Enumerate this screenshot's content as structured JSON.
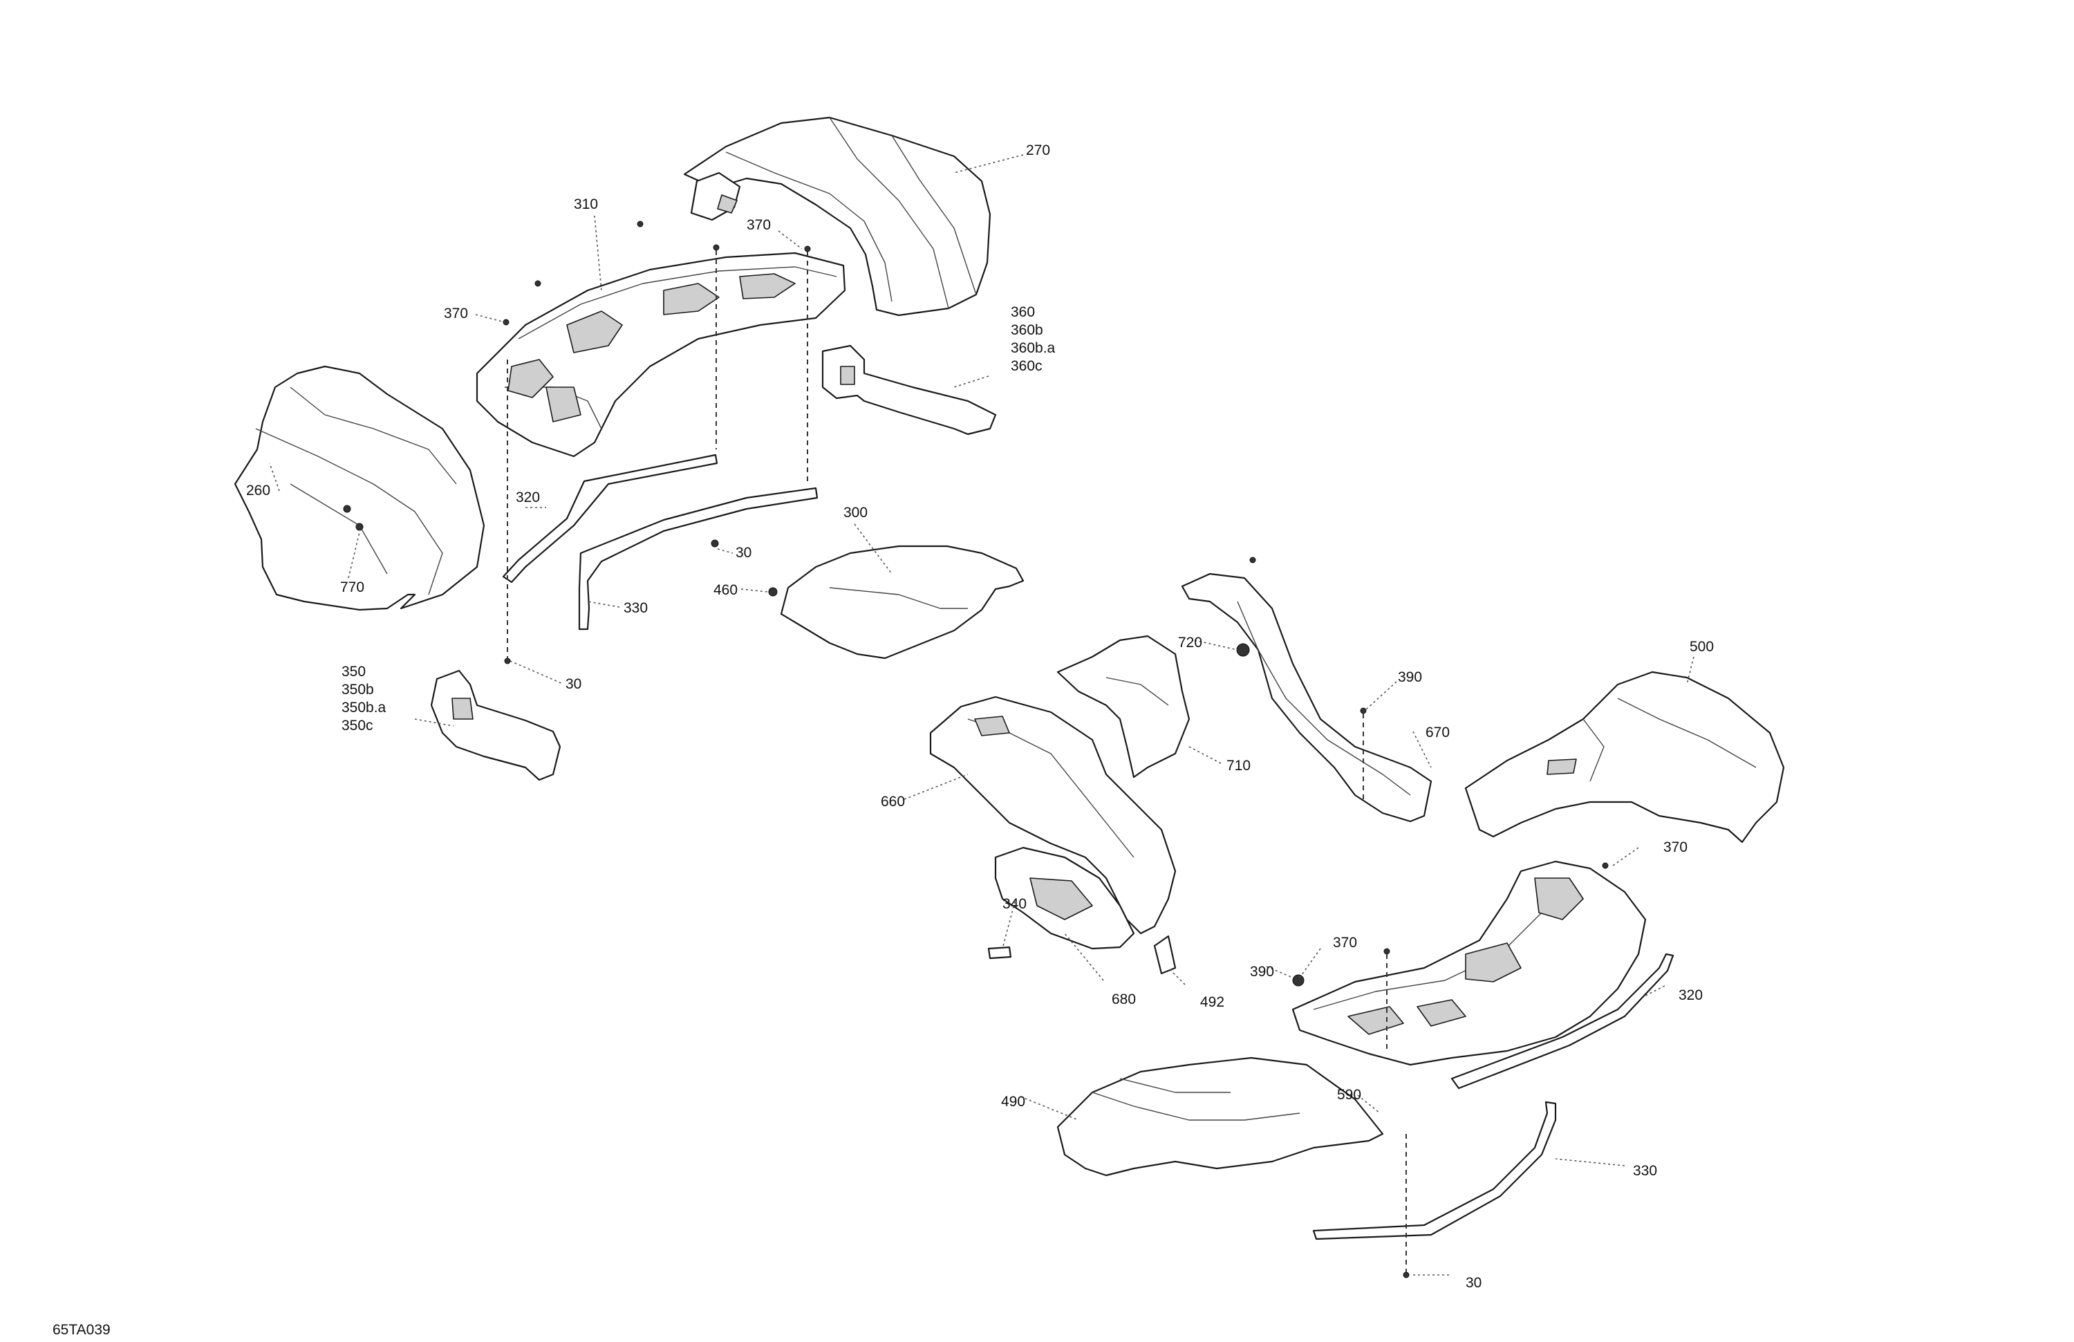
{
  "figure_reference": "65TA039",
  "callouts": {
    "c270": "270",
    "c310": "310",
    "c370a": "370",
    "c370b": "370",
    "c360": "360",
    "c360b": "360b",
    "c360ba": "360b.a",
    "c360c": "360c",
    "c260": "260",
    "c320a": "320",
    "c770": "770",
    "c300": "300",
    "c30a": "30",
    "c460": "460",
    "c330a": "330",
    "c30b": "30",
    "c350": "350",
    "c350b": "350b",
    "c350ba": "350b.a",
    "c350c": "350c",
    "c720": "720",
    "c390a": "390",
    "c500": "500",
    "c670": "670",
    "c710": "710",
    "c660": "660",
    "c370c": "370",
    "c340": "340",
    "c370d": "370",
    "c390b": "390",
    "c320b": "320",
    "c680": "680",
    "c492": "492",
    "c590": "590",
    "c490": "490",
    "c330b": "330",
    "c30c": "30"
  }
}
